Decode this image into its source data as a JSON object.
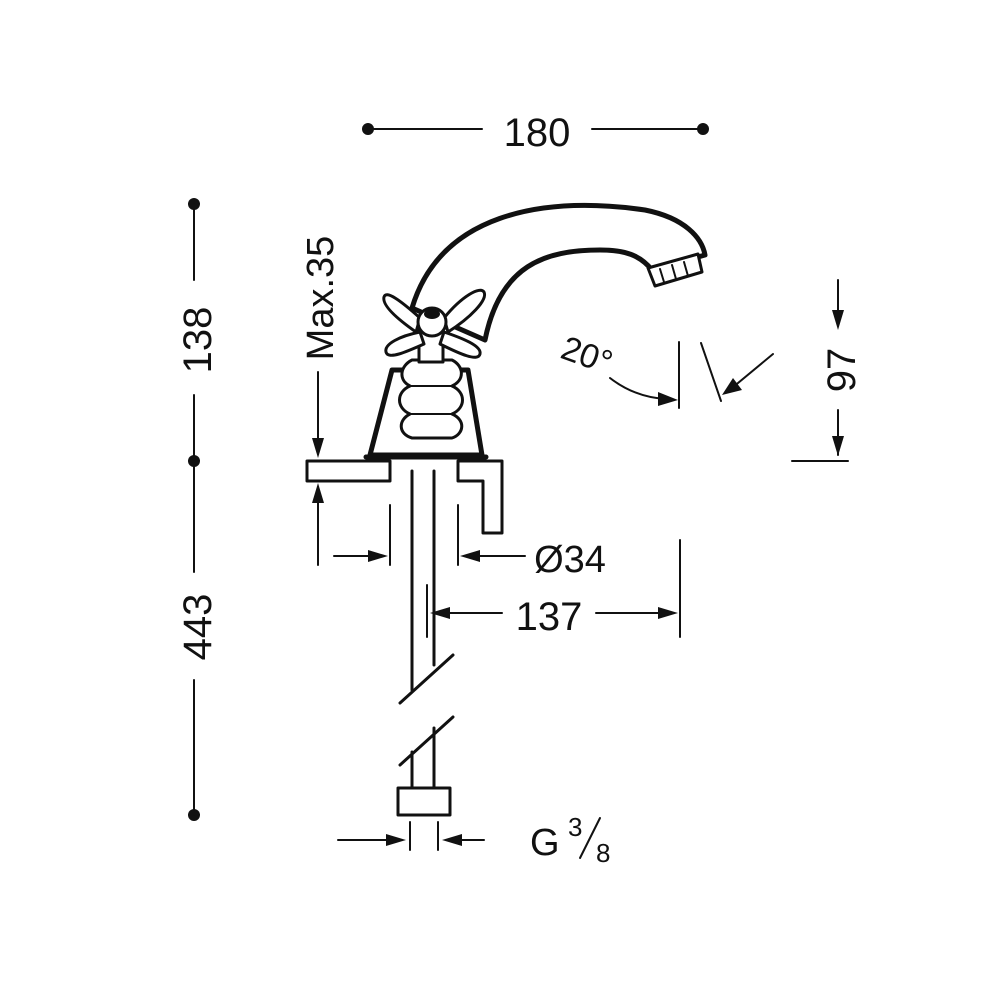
{
  "colors": {
    "ink": "#111111",
    "paper": "#ffffff"
  },
  "dimensions": {
    "overall_width": "180",
    "max_deck_thickness": "Max.35",
    "upper_height": "138",
    "lower_height": "443",
    "spout_height": "97",
    "swivel_angle": "20°",
    "hole_diameter": "Ø34",
    "spout_reach": "137",
    "connection_prefix": "G",
    "connection_num": "3",
    "connection_den": "8"
  }
}
